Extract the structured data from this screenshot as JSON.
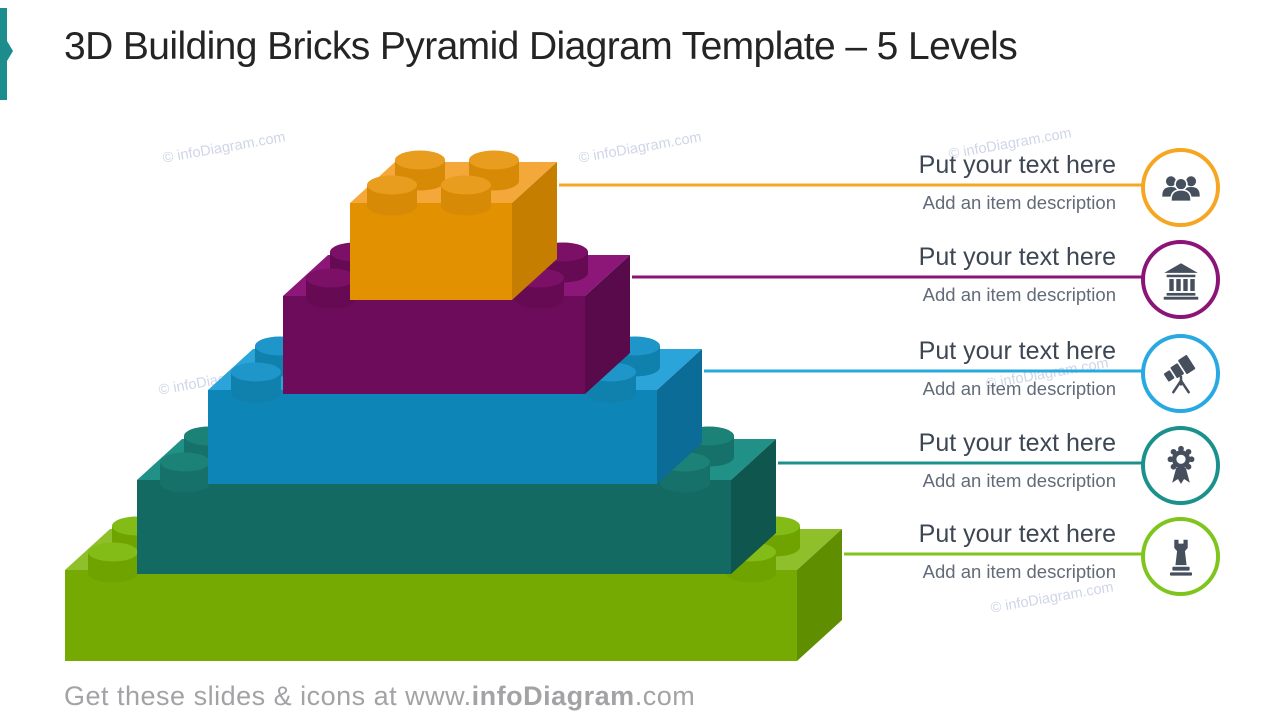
{
  "slide": {
    "title": "3D Building Bricks Pyramid Diagram Template – 5 Levels",
    "accent_color": "#1c8c8c",
    "watermark_text": "© infoDiagram.com",
    "footer": {
      "prefix": "Get these slides & icons at www.",
      "brand": "infoDiagram",
      "suffix": ".com"
    }
  },
  "icon_color": "#454f5d",
  "items": [
    {
      "title": "Put your text here",
      "description": "Add an item description",
      "icon": "people-group-icon",
      "accent": "#f5a623"
    },
    {
      "title": "Put your text here",
      "description": "Add an item description",
      "icon": "bank-icon",
      "accent": "#8b1477"
    },
    {
      "title": "Put your text here",
      "description": "Add an item description",
      "icon": "telescope-icon",
      "accent": "#29a9e1"
    },
    {
      "title": "Put your text here",
      "description": "Add an item description",
      "icon": "award-ribbon-icon",
      "accent": "#1a918c"
    },
    {
      "title": "Put your text here",
      "description": "Add an item description",
      "icon": "chess-rook-icon",
      "accent": "#80c41e"
    }
  ],
  "pyramid": {
    "levels": [
      {
        "name": "brick-level-1-orange",
        "top": "#f4a83a",
        "front": "#e29200",
        "side": "#c67e00",
        "stud_top": "#e99d1f",
        "stud_side": "#d78a05"
      },
      {
        "name": "brick-level-2-purple",
        "top": "#8d1779",
        "front": "#6e0c5c",
        "side": "#580a4a",
        "stud_top": "#7b1066",
        "stud_side": "#660b53"
      },
      {
        "name": "brick-level-3-blue",
        "top": "#2aa4d9",
        "front": "#0e85b7",
        "side": "#0b6c98",
        "stud_top": "#1e96c9",
        "stud_side": "#1080ad"
      },
      {
        "name": "brick-level-4-teal",
        "top": "#219086",
        "front": "#136a62",
        "side": "#0f564f",
        "stud_top": "#1c8177",
        "stud_side": "#15716a"
      },
      {
        "name": "brick-level-5-green",
        "top": "#8fc02c",
        "front": "#74aa02",
        "side": "#5f8e00",
        "stud_top": "#83bb17",
        "stud_side": "#6fa300"
      }
    ]
  }
}
